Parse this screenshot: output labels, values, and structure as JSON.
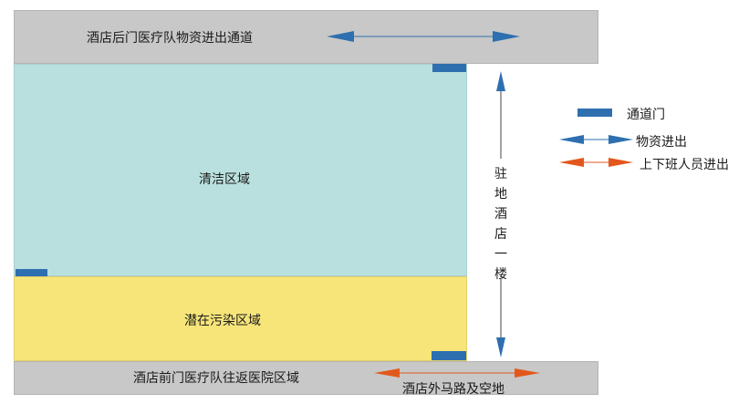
{
  "top_corridor_label": "酒店后门医疗队物资进出通道",
  "bottom_corridor_label": "酒店前门医疗队往返医院区域",
  "outside_label": "酒店外马路及空地",
  "clean_zone_label": "清洁区域",
  "contaminated_zone_label": "潜在污染区域",
  "building_label": [
    "驻",
    "地",
    "酒",
    "店",
    "一",
    "楼"
  ],
  "legend": {
    "door": "通道门",
    "supply": "物资进出",
    "staff": "上下班人员进出"
  },
  "colors": {
    "corridor": "#c8c8c8",
    "clean_zone": "#b9e0df",
    "contaminated_zone": "#f7e57a",
    "door": "#2e6fb0",
    "supply_arrow": "#2e6fb0",
    "staff_arrow": "#e2581c"
  }
}
